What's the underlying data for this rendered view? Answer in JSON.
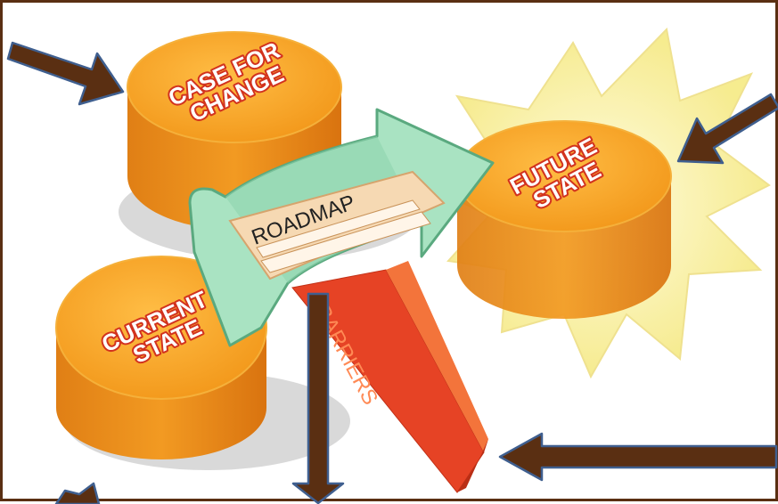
{
  "diagram": {
    "nodes": {
      "case_for_change": {
        "line1": "CASE FOR",
        "line2": "CHANGE"
      },
      "future_state": {
        "line1": "FUTURE",
        "line2": "STATE"
      },
      "current_state": {
        "line1": "CURRENT",
        "line2": "STATE"
      }
    },
    "roadmap": {
      "label": "ROADMAP"
    },
    "barriers": {
      "label": "BARRIERS"
    }
  },
  "colors": {
    "frame": "#5a2f12",
    "cylinder_top": "#f7a521",
    "cylinder_side": "#e5861a",
    "cylinder_shadow": "#c9c9c9",
    "label_outline": "#d2321e",
    "roadmap_arrow": "#9fdcb9",
    "roadmap_arrow_dark": "#6fbf95",
    "roadmap_sign": "#f8d8b0",
    "barrier_front": "#e8442a",
    "barrier_side": "#f26a35",
    "starburst": "#fbf3a1",
    "pointer_arrow": "#5a2f12",
    "pointer_outline": "#3f5f8f"
  },
  "pointer_arrows": [
    {
      "name": "pointer-arrow-top-left",
      "target": "case-for-change"
    },
    {
      "name": "pointer-arrow-top-right",
      "target": "future-state"
    },
    {
      "name": "pointer-arrow-right",
      "target": "barriers"
    },
    {
      "name": "pointer-arrow-down",
      "target": "barriers"
    },
    {
      "name": "pointer-arrow-bottom-left",
      "target": "current-state"
    }
  ]
}
